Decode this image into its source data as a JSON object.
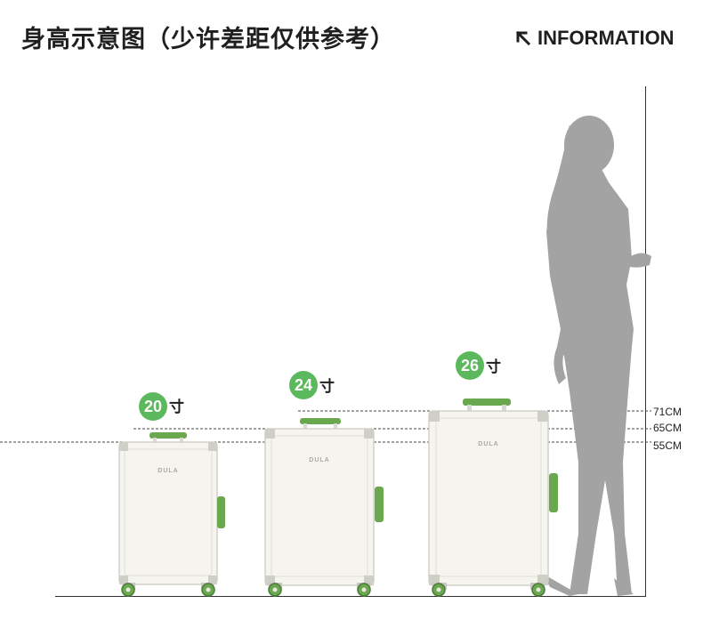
{
  "header": {
    "title": "身高示意图（少许差距仅供参考）",
    "info_icon": "arrow-up-left-icon",
    "info_label": "INFORMATION"
  },
  "suitcases": [
    {
      "size": "20",
      "unit": "寸",
      "brand": "DULA",
      "height_label": "55CM"
    },
    {
      "size": "24",
      "unit": "寸",
      "brand": "DULA",
      "height_label": "65CM"
    },
    {
      "size": "26",
      "unit": "寸",
      "brand": "DULA",
      "height_label": "71CM"
    }
  ],
  "colors": {
    "accent_green": "#5cb85c",
    "handle_green": "#6aa84f",
    "shell": "#f5f4ef",
    "silhouette": "#a3a3a3",
    "text": "#1f1f1f"
  }
}
